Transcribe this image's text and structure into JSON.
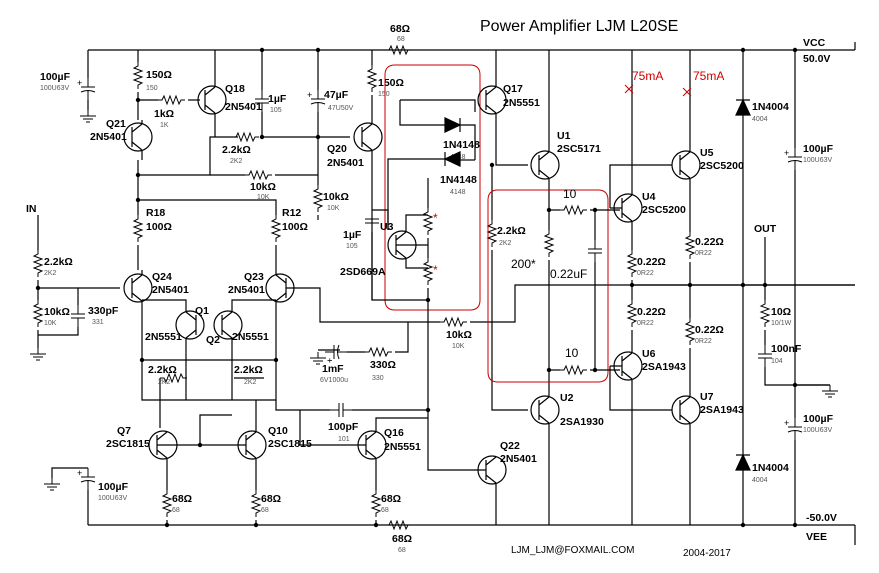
{
  "title": "Power Amplifier LJM L20SE",
  "footer": {
    "email": "LJM_LJM@FOXMAIL.COM",
    "year": "2004-2017"
  },
  "rails": {
    "vcc": "VCC",
    "vcc_value": "50.0V",
    "vee": "VEE",
    "vee_value": "-50.0V"
  },
  "io": {
    "in": "IN",
    "out": "OUT"
  },
  "notes": {
    "current1": "75mA",
    "current2": "75mA",
    "r200": "200*",
    "c022": "0.22uF",
    "r10a": "10",
    "r10b": "10",
    "star1": "*",
    "star2": "*"
  },
  "transistors": {
    "q21": "Q21",
    "q21_type": "2N5401",
    "q18": "Q18",
    "q18_type": "2N5401",
    "q20": "Q20",
    "q20_type": "2N5401",
    "q17": "Q17",
    "q17_type": "2N5551",
    "q24": "Q24",
    "q24_type": "2N5401",
    "q23": "Q23",
    "q23_type": "2N5401",
    "q1": "Q1",
    "q1_type": "2N5551",
    "q2": "Q2",
    "q2_type": "2N5551",
    "q7": "Q7",
    "q7_type": "2SC1815",
    "q10": "Q10",
    "q10_type": "2SC1815",
    "q16": "Q16",
    "q16_type": "2N5551",
    "q22": "Q22",
    "q22_type": "2N5401",
    "u1": "U1",
    "u1_type": "2SC5171",
    "u2": "U2",
    "u2_type": "2SA1930",
    "u3": "U3",
    "u3_type": "2SD669A",
    "u4": "U4",
    "u4_type": "2SC5200",
    "u5": "U5",
    "u5_type": "2SC5200",
    "u6": "U6",
    "u6_type": "2SA1943",
    "u7": "U7",
    "u7_type": "2SA1943"
  },
  "resistors": {
    "r68_top": "68Ω",
    "r68_top_code": "68",
    "r150_a": "150Ω",
    "r150_a_code": "150",
    "r150_b": "150Ω",
    "r150_b_code": "150",
    "r1k": "1kΩ",
    "r1k_code": "1K",
    "r2k2_a": "2.2kΩ",
    "r2k2_a_code": "2K2",
    "r10k_a": "10kΩ",
    "r10k_a_code": "10K",
    "r10k_b": "10kΩ",
    "r10k_b_code": "10K",
    "r18": "R18",
    "r18_val": "100Ω",
    "r12": "R12",
    "r12_val": "100Ω",
    "r2k2_in": "2.2kΩ",
    "r2k2_in_code": "2K2",
    "r10k_in": "10kΩ",
    "r10k_in_code": "10K",
    "r2k2_b": "2.2kΩ",
    "r2k2_b_code": "2K2",
    "r2k2_c": "2.2kΩ",
    "r2k2_c_code": "2K2",
    "r2k2_d": "2.2kΩ",
    "r2k2_d_code": "2K2",
    "r330": "330Ω",
    "r330_code": "330",
    "r10k_fb": "10kΩ",
    "r10k_fb_code": "10K",
    "r022_a": "0.22Ω",
    "r022_a_code": "0R22",
    "r022_b": "0.22Ω",
    "r022_b_code": "0R22",
    "r022_c": "0.22Ω",
    "r022_c_code": "0R22",
    "r022_d": "0.22Ω",
    "r022_d_code": "0R22",
    "r10_out": "10Ω",
    "r10_out_code": "10/1W",
    "r68_a": "68Ω",
    "r68_a_code": "68",
    "r68_b": "68Ω",
    "r68_b_code": "68",
    "r68_c": "68Ω",
    "r68_c_code": "68",
    "r68_bot": "68Ω",
    "r68_bot_code": "68"
  },
  "capacitors": {
    "c100u_a": "100µF",
    "c100u_a_code": "100U63V",
    "c1u_a": "1µF",
    "c1u_a_code": "105",
    "c47u": "47µF",
    "c47u_code": "47U50V",
    "c1u_b": "1µF",
    "c1u_b_code": "105",
    "c330p": "330pF",
    "c330p_code": "331",
    "c1m": "1mF",
    "c1m_code": "6V1000u",
    "c100p": "100pF",
    "c100p_code": "101",
    "c100u_b": "100µF",
    "c100u_b_code": "100U63V",
    "c100u_c": "100µF",
    "c100u_c_code": "100U63V",
    "c100u_d": "100µF",
    "c100u_d_code": "100U63V",
    "c100n": "100nF",
    "c100n_code": "104"
  },
  "diodes": {
    "d1": "1N4148",
    "d1_code": "4148",
    "d2": "1N4148",
    "d2_code": "4148",
    "d3": "1N4004",
    "d3_code": "4004",
    "d4": "1N4004",
    "d4_code": "4004"
  }
}
